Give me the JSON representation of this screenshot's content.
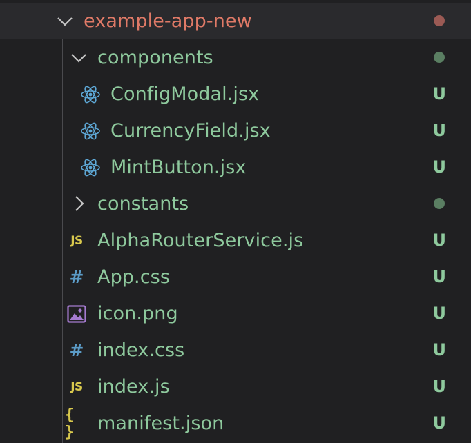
{
  "explorer": {
    "root": {
      "name": "example-app-new",
      "icon": "chevron-down-icon",
      "status": "modified-dot",
      "status_color": "#9b5a54"
    },
    "folders": {
      "components": {
        "name": "components",
        "icon": "chevron-down-icon",
        "status": "dot",
        "status_color": "#5a7e62"
      },
      "constants": {
        "name": "constants",
        "icon": "chevron-right-icon",
        "status": "dot",
        "status_color": "#5a7e62"
      }
    },
    "files": [
      {
        "name": "ConfigModal.jsx",
        "icon": "react-icon",
        "status": "U"
      },
      {
        "name": "CurrencyField.jsx",
        "icon": "react-icon",
        "status": "U"
      },
      {
        "name": "MintButton.jsx",
        "icon": "react-icon",
        "status": "U"
      },
      {
        "name": "AlphaRouterService.js",
        "icon": "js-icon",
        "icon_text": "JS",
        "status": "U"
      },
      {
        "name": "App.css",
        "icon": "css-hash-icon",
        "icon_text": "#",
        "status": "U"
      },
      {
        "name": "icon.png",
        "icon": "image-icon",
        "status": "U"
      },
      {
        "name": "index.css",
        "icon": "css-hash-icon",
        "icon_text": "#",
        "status": "U"
      },
      {
        "name": "index.js",
        "icon": "js-icon",
        "icon_text": "JS",
        "status": "U"
      },
      {
        "name": "manifest.json",
        "icon": "json-braces-icon",
        "icon_text": "{ }",
        "status": "U"
      }
    ],
    "colors": {
      "background": "#202022",
      "selected_row": "#2a2a2d",
      "untracked_text": "#8ec99d",
      "root_text": "#e07a67",
      "react_icon": "#5ea8d6",
      "js_icon": "#d8c84d",
      "css_icon": "#5b9bc7",
      "image_icon": "#a57bd0"
    }
  }
}
